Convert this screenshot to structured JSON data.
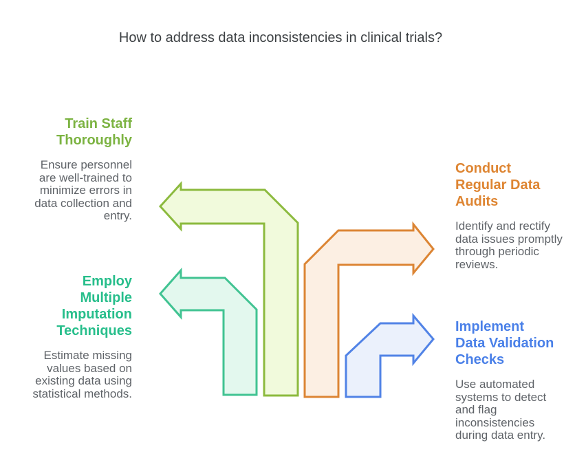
{
  "title": "How to address data inconsistencies in clinical trials?",
  "sections": [
    {
      "id": "train-staff-thoroughly",
      "heading": "Train Staff\nThoroughly",
      "description": "Ensure personnel\nare well-trained to\nminimize errors in\ndata collection and\nentry."
    },
    {
      "id": "employ-multiple-imputation-techniques",
      "heading": "Employ\nMultiple\nImputation\nTechniques",
      "description": "Estimate missing\nvalues based on\nexisting data using\nstatistical methods."
    },
    {
      "id": "conduct-regular-data-audits",
      "heading": "Conduct\nRegular Data\nAudits",
      "description": "Identify and rectify\ndata issues promptly\nthrough periodic\nreviews."
    },
    {
      "id": "implement-data-validation-checks",
      "heading": "Implement\nData Validation\nChecks",
      "description": "Use automated\nsystems to detect\nand flag\ninconsistencies\nduring data entry."
    }
  ],
  "arrows": [
    {
      "id": "train-staff-arrow",
      "direction": "left",
      "fill": "#F1FADC",
      "stroke": "#8CBA3E"
    },
    {
      "id": "employ-imputation-arrow",
      "direction": "left",
      "fill": "#E3F8EE",
      "stroke": "#41C392"
    },
    {
      "id": "conduct-audits-arrow",
      "direction": "right",
      "fill": "#FCEFE3",
      "stroke": "#DC8534"
    },
    {
      "id": "implement-validation-arrow",
      "direction": "right",
      "fill": "#EBF1FC",
      "stroke": "#5183E6"
    }
  ],
  "colors": {
    "background": "#FFFFFF",
    "title_text": "#3C4043",
    "body_text": "#5F6368",
    "heading_green": "#7CB342",
    "heading_teal": "#27BE8B",
    "heading_orange": "#DE8532",
    "heading_blue": "#4A80E8"
  }
}
